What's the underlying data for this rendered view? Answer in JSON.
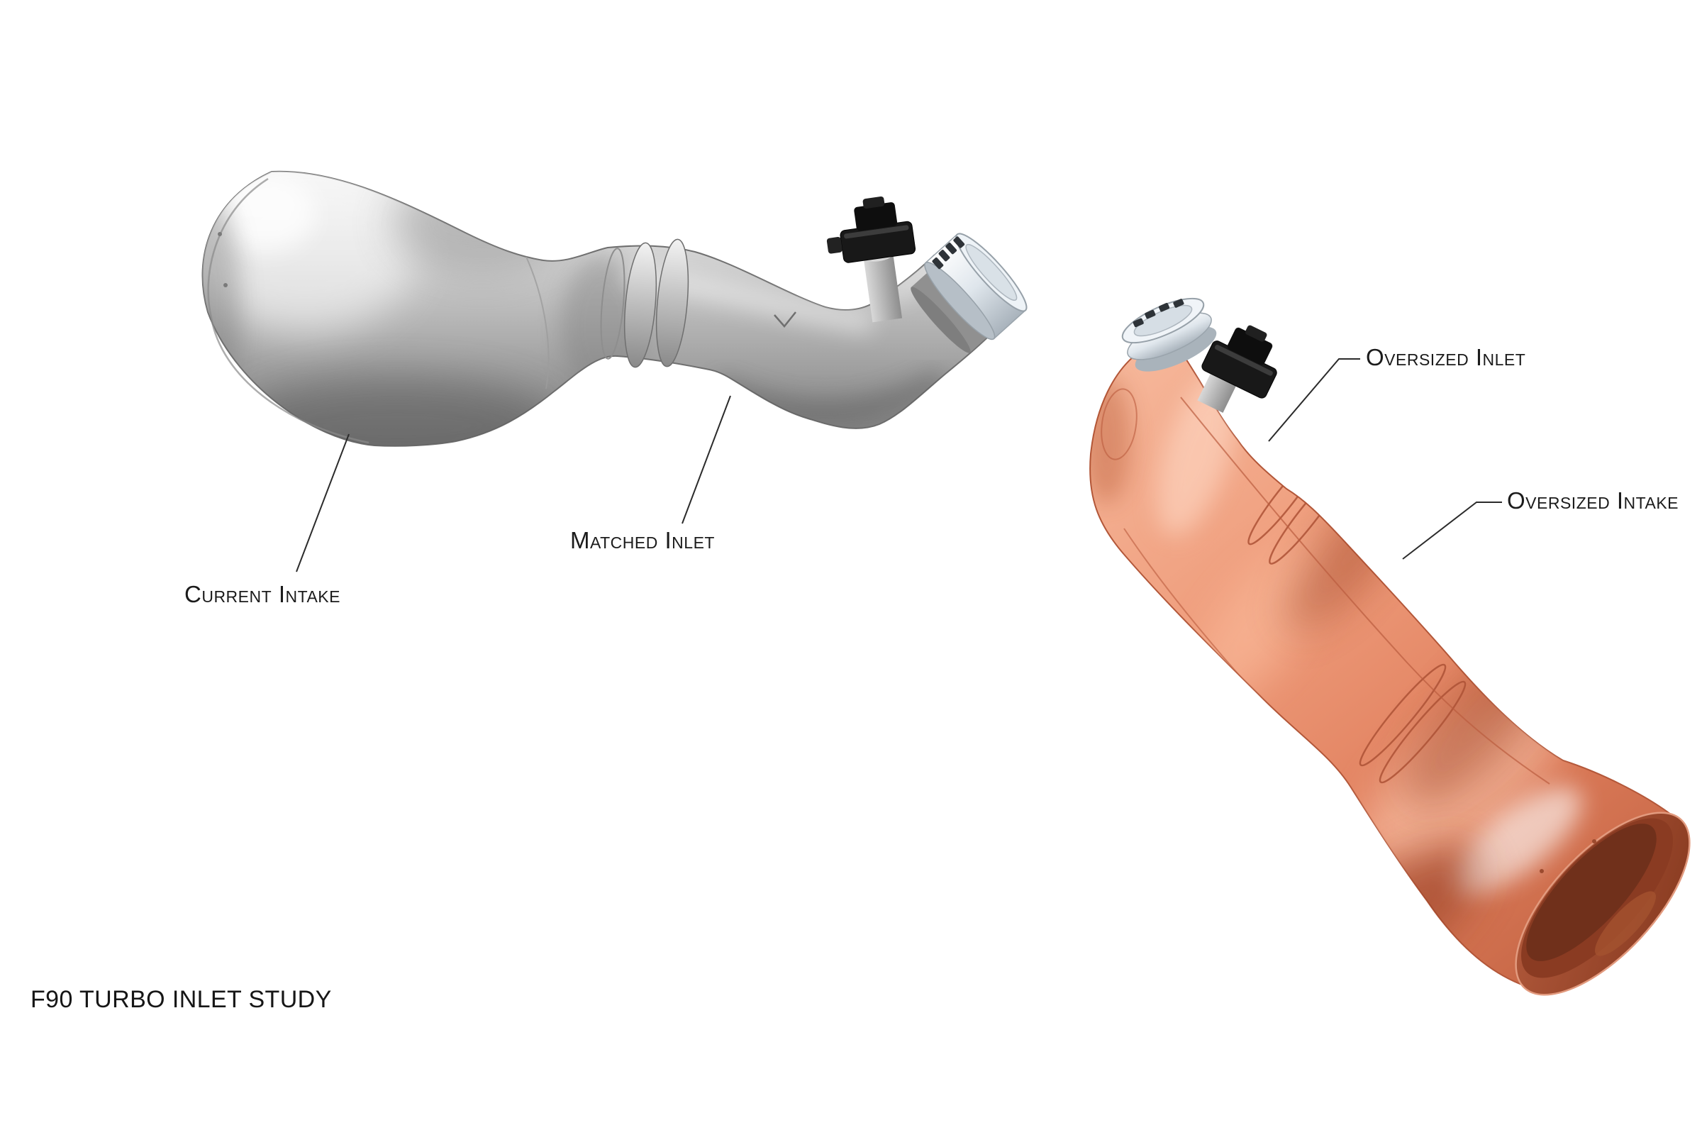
{
  "drawing": {
    "title": "F90 TURBO INLET STUDY",
    "callouts": {
      "current_intake": "Current Intake",
      "matched_inlet": "Matched Inlet",
      "oversized_inlet": "Oversized Inlet",
      "oversized_intake": "Oversized Intake"
    },
    "parts": [
      {
        "id": "current-intake",
        "description": "Existing turbo intake with matched inlet, gray CAD finish",
        "color": "#a9a9a9",
        "callouts": [
          "Current Intake",
          "Matched Inlet"
        ]
      },
      {
        "id": "oversized-intake",
        "description": "Proposed turbo intake with oversized inlet, copper/salmon CAD finish",
        "color": "#e8906e",
        "callouts": [
          "Oversized Intake",
          "Oversized Inlet"
        ]
      }
    ],
    "colors": {
      "background": "#ffffff",
      "leader_line": "#2b2b2b",
      "gray_part": "#a9a9a9",
      "orange_part": "#e8906e",
      "clamp_silver": "#dfe6ec",
      "sensor_black": "#181818"
    }
  }
}
